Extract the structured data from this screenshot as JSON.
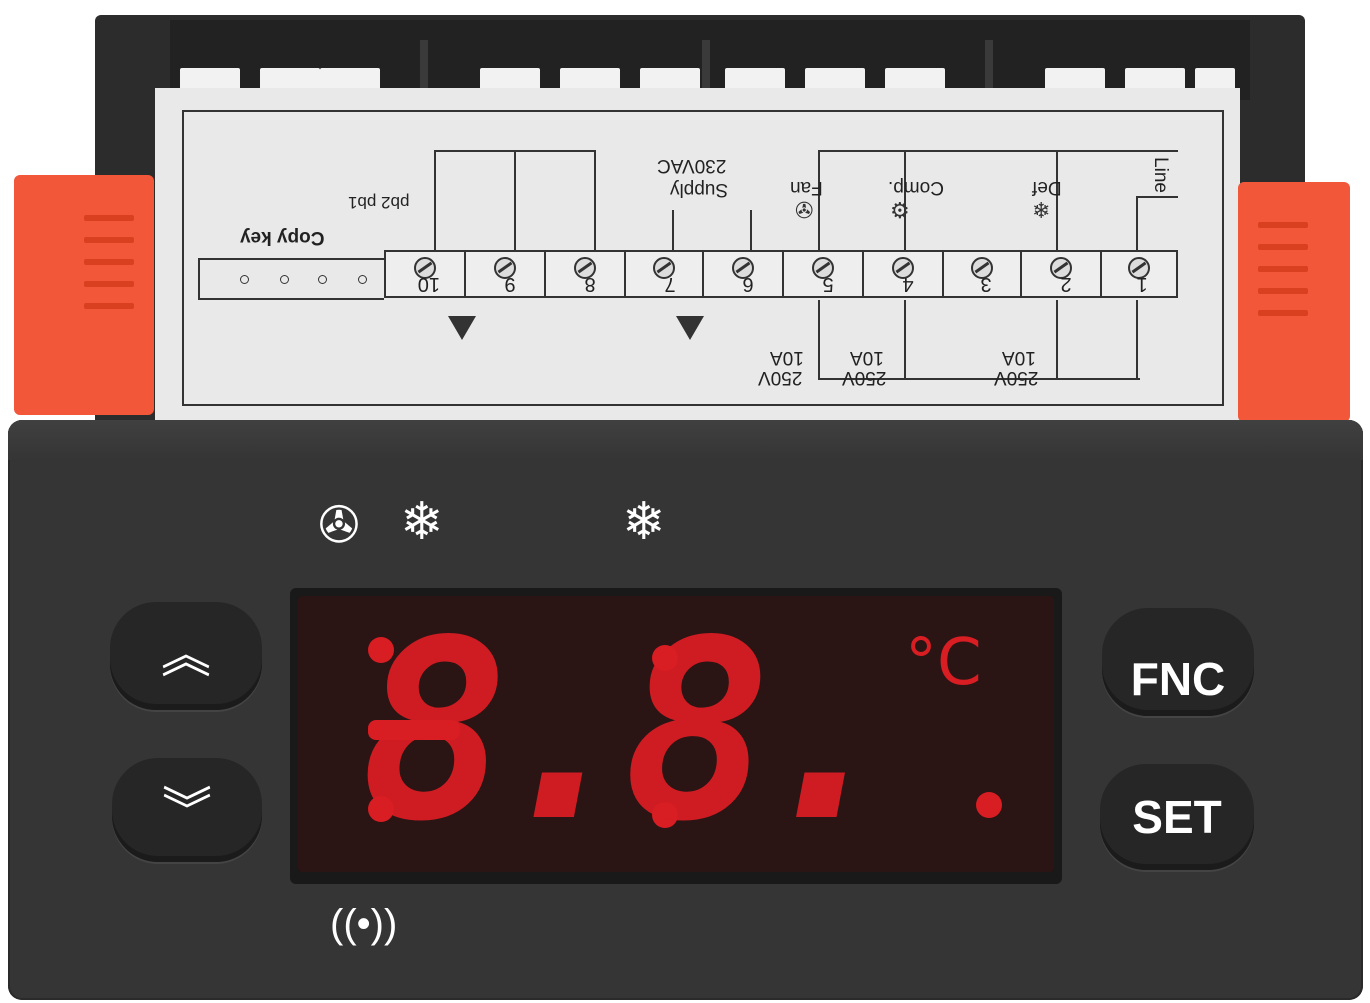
{
  "label": {
    "copy_key": "Copy key",
    "probes": "pb2 pb1",
    "supply": "Supply",
    "supply_voltage": "230VAC",
    "fan": "Fan",
    "comp": "Comp.",
    "def": "Def",
    "line": "Line",
    "terminals": [
      "10",
      "9",
      "8",
      "7",
      "6",
      "5",
      "4",
      "3",
      "2",
      "1"
    ],
    "relay_left_voltage": "250V",
    "relay_left_current": "10A",
    "relay_mid_voltage": "250V",
    "relay_mid_current": "10A",
    "relay_right_voltage": "250V",
    "relay_right_current": "10A"
  },
  "display": {
    "digits": "8.8.",
    "unit": "°C",
    "digit_color": "#d81d23"
  },
  "indicators": {
    "fan_icon": "fan-icon",
    "defrost_icon": "defrost-snowflake-icon",
    "cooling_icon": "snowflake-icon",
    "alarm_icon": "alarm-icon"
  },
  "buttons": {
    "up": "up-chevron",
    "down": "down-chevron",
    "fnc_label": "FNC",
    "set_label": "SET"
  },
  "colors": {
    "bezel": "#353535",
    "clip": "#f2573a",
    "label": "#e9e9e9"
  }
}
